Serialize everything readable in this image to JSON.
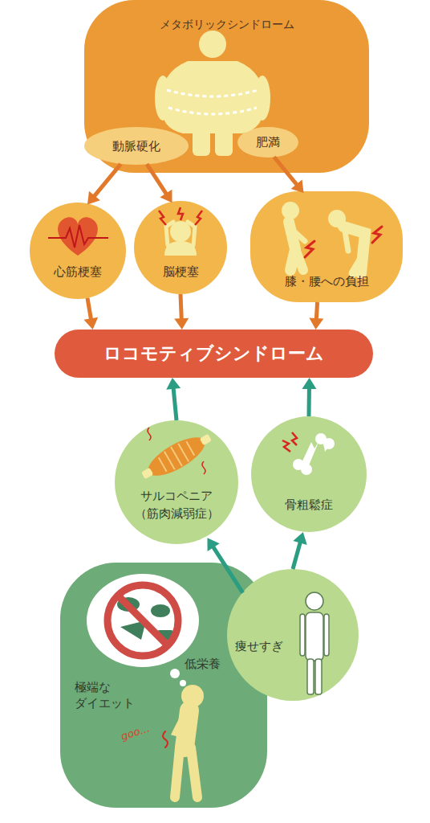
{
  "diagram": {
    "nodes": [
      {
        "text": [
          "メタボリックシンドローム"
        ]
      },
      {
        "text": [
          "動脈硬化"
        ],
        "in": 0
      },
      {
        "text": [
          "肥満"
        ],
        "in": 0
      },
      {
        "text": [
          "心筋梗塞"
        ]
      },
      {
        "text": [
          "脳梗塞"
        ]
      },
      {
        "text": [
          "膝・腰への負担"
        ]
      },
      {
        "text": [
          "ロコモティブシンドローム"
        ]
      },
      {
        "text": [
          "サルコペニア",
          "（筋肉減弱症）"
        ]
      },
      {
        "text": [
          "骨粗鬆症"
        ]
      },
      {
        "text": [
          "低栄養",
          "極端な ダイエット"
        ]
      },
      {
        "text": [
          "痩せすぎ"
        ]
      }
    ],
    "edges": [
      {
        "from": 1,
        "to": 3,
        "arrow": "to"
      },
      {
        "from": 1,
        "to": 4,
        "arrow": "to"
      },
      {
        "from": 2,
        "to": 5,
        "arrow": "to"
      },
      {
        "from": 3,
        "to": 6,
        "arrow": "to"
      },
      {
        "from": 4,
        "to": 6,
        "arrow": "to"
      },
      {
        "from": 5,
        "to": 6,
        "arrow": "to"
      },
      {
        "from": 7,
        "to": 6,
        "arrow": "to"
      },
      {
        "from": 8,
        "to": 6,
        "arrow": "to"
      },
      {
        "from": 10,
        "to": 7,
        "arrow": "to"
      },
      {
        "from": 10,
        "to": 8,
        "arrow": "to"
      }
    ],
    "labels": [
      "goo..."
    ]
  }
}
